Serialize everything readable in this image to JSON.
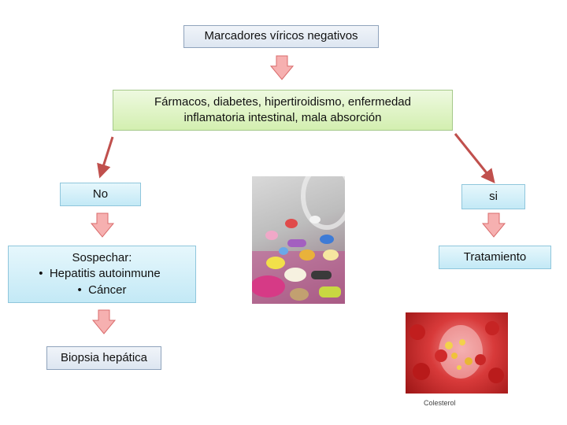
{
  "nodes": {
    "top": "Marcadores víricos negativos",
    "middle_line1": "Fármacos, diabetes, hipertiroidismo, enfermedad",
    "middle_line2": "inflamatoria intestinal, mala absorción",
    "left_branch": "No",
    "right_branch": "si",
    "suspect_title": "Sospechar:",
    "suspect_items": [
      "Hepatitis autoinmune",
      "Cáncer"
    ],
    "biopsy": "Biopsia hepática",
    "treatment": "Tratamiento"
  },
  "images": {
    "pills_photo": "pills-photo",
    "blood_photo": "blood-vessel-photo",
    "blood_caption": "Colesterol"
  },
  "colors": {
    "arrow_fill": "#f4a6a6",
    "arrow_stroke": "#d96b6b",
    "diagonal_arrow": "#c0504d"
  }
}
